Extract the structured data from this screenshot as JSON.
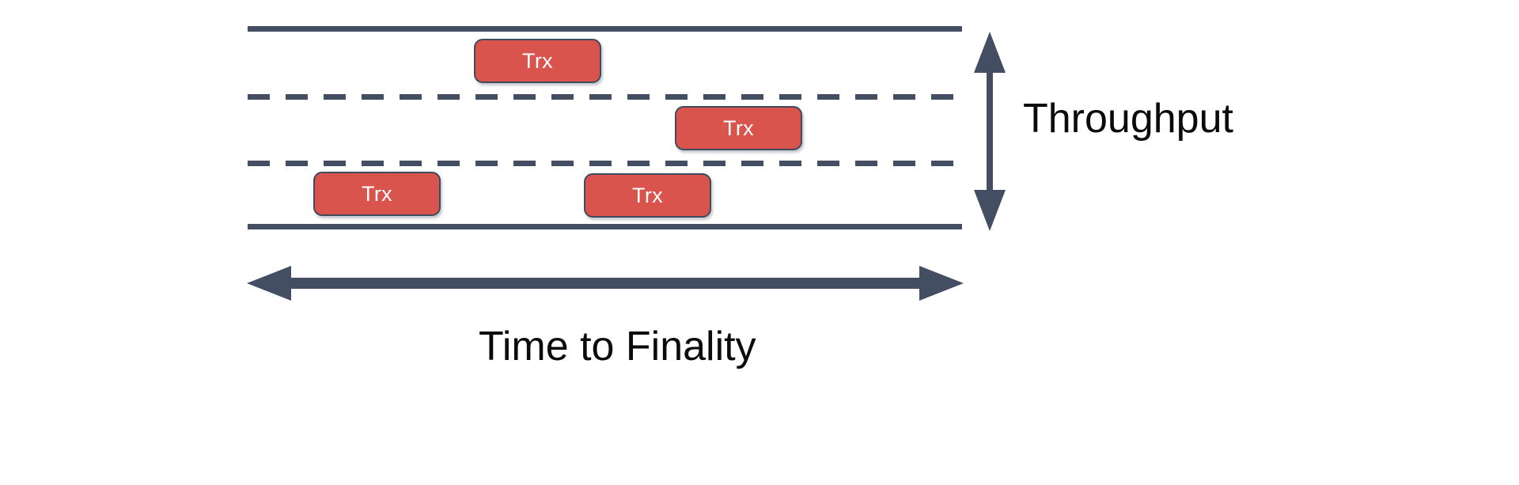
{
  "diagram": {
    "title": "Throughput vs Time to Finality",
    "background_color": "#FFFFFF",
    "line_color": "#434E63",
    "block_fill_color": "#D9544D",
    "block_border_color": "#404B60",
    "block_text_color": "#FFFFFF",
    "caption_color": "#0B0B0B",
    "lanes": [
      {
        "id": "rule-top",
        "style": "solid",
        "label": "top-boundary"
      },
      {
        "id": "rule-dash-1",
        "style": "dashed",
        "label": "lane-divider-upper"
      },
      {
        "id": "rule-dash-2",
        "style": "dashed",
        "label": "lane-divider-lower"
      },
      {
        "id": "rule-bottom",
        "style": "solid",
        "label": "bottom-boundary"
      }
    ],
    "blocks": [
      {
        "id": "trx-1",
        "label": "Trx",
        "lane": 1
      },
      {
        "id": "trx-2",
        "label": "Trx",
        "lane": 2
      },
      {
        "id": "trx-3",
        "label": "Trx",
        "lane": 3
      },
      {
        "id": "trx-4",
        "label": "Trx",
        "lane": 3
      }
    ],
    "axes": {
      "vertical": {
        "label": "Throughput",
        "arrow": "double-headed-vertical-arrow",
        "icon": "arrow-up-down-icon"
      },
      "horizontal": {
        "label": "Time to Finality",
        "arrow": "double-headed-horizontal-arrow",
        "icon": "arrow-left-right-icon"
      }
    }
  }
}
